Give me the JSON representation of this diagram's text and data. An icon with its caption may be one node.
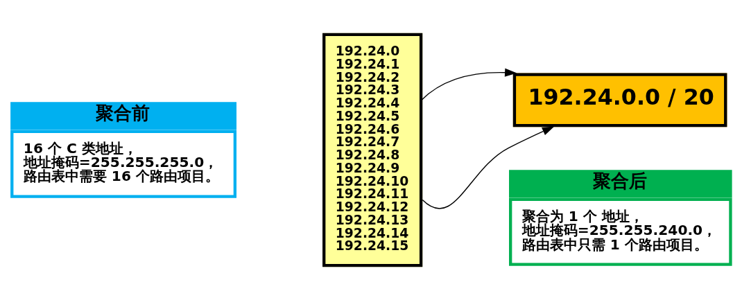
{
  "diagram": {
    "nodes": [
      {
        "text": [
          "聚合前",
          "16 个 C 类地址，",
          "地址掩码=255.255.255.0，",
          "路由表中需要 16 个路由项目。"
        ]
      },
      {
        "text": [
          "192.24.0",
          "192.24.1",
          "192.24.2",
          "192.24.3",
          "192.24.4",
          "192.24.5",
          "192.24.6",
          "192.24.7",
          "192.24.8",
          "192.24.9",
          "192.24.10",
          "192.24.11",
          "192.24.12",
          "192.24.13",
          "192.24.14",
          "192.24.15"
        ]
      },
      {
        "text": [
          "192.24.0.0 / 20"
        ]
      },
      {
        "text": [
          "聚合后",
          "聚合为 1 个 地址，",
          "地址掩码=255.255.240.0，",
          "路由表中只需 1 个路由项目。"
        ]
      }
    ],
    "edges": [
      {
        "from": 1,
        "to": 2,
        "arrow": "to"
      },
      {
        "from": 1,
        "to": 2,
        "arrow": "to"
      }
    ]
  }
}
